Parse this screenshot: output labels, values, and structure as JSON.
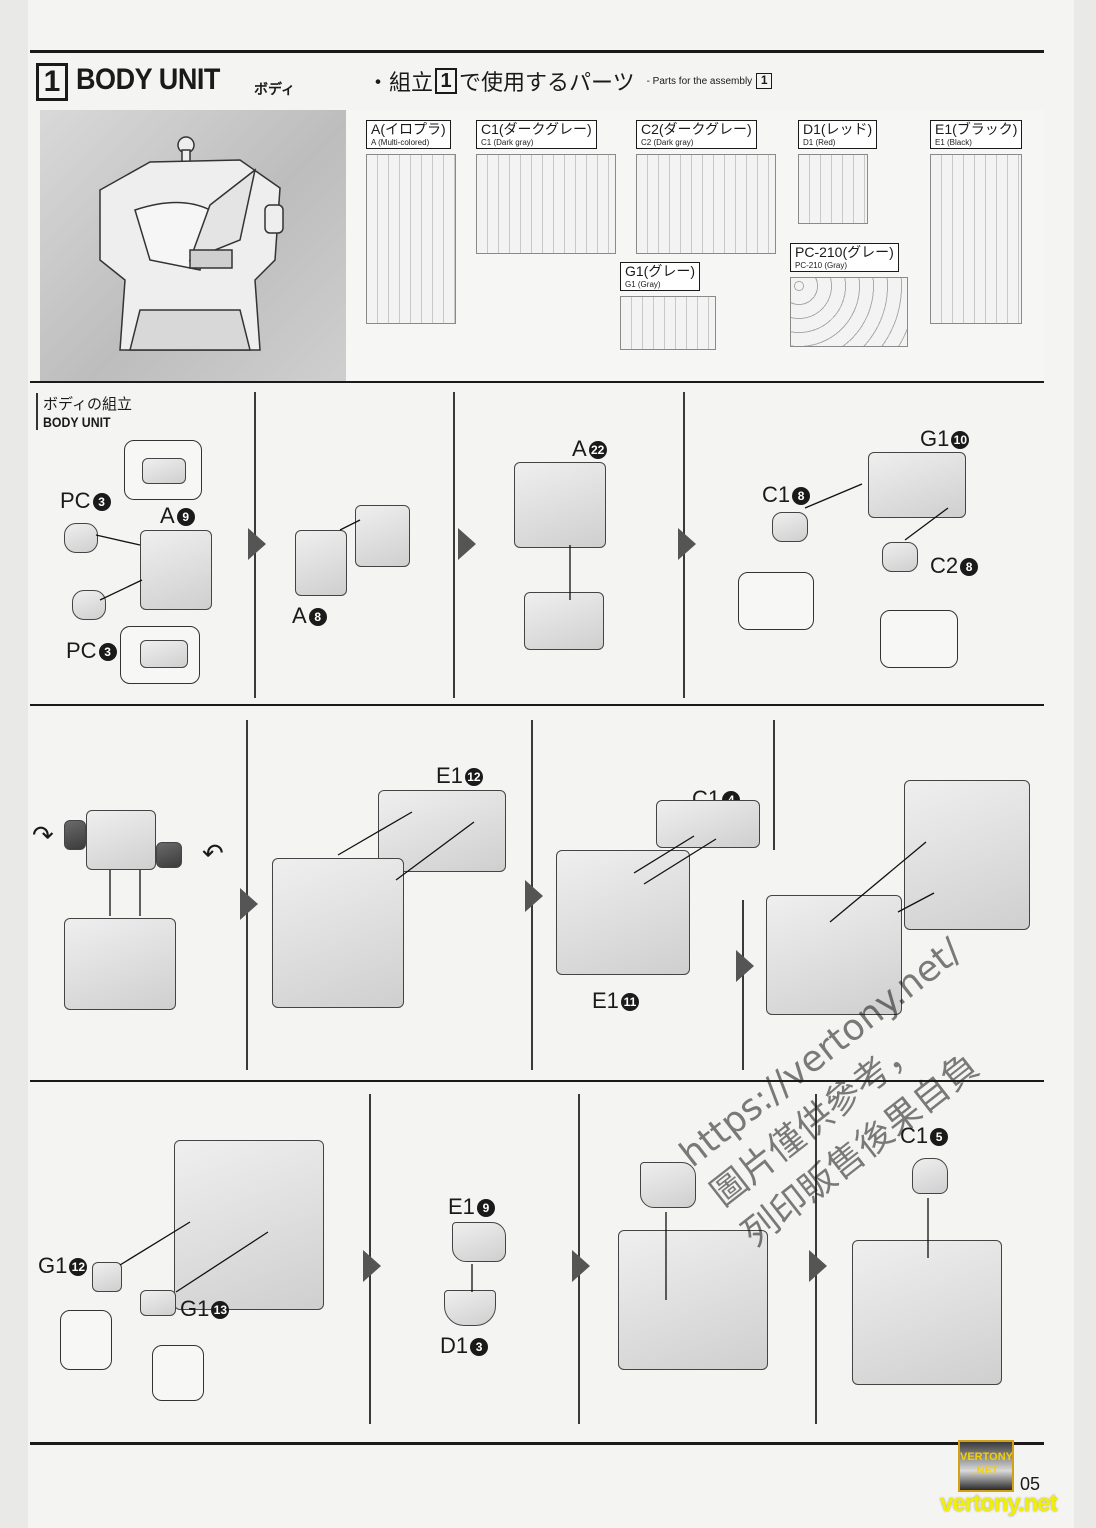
{
  "header": {
    "step_number": "1",
    "title": "BODY UNIT",
    "title_jp": "ボディ",
    "parts_heading_prefix": "・組立",
    "parts_heading_num": "1",
    "parts_heading_suffix": "で使用するパーツ",
    "parts_heading_en": "- Parts for the assembly",
    "parts_heading_en_num": "1"
  },
  "runners": [
    {
      "jp": "A(イロプラ)",
      "en": "A (Multi-colored)"
    },
    {
      "jp": "C1(ダークグレー)",
      "en": "C1 (Dark gray)"
    },
    {
      "jp": "C2(ダークグレー)",
      "en": "C2 (Dark gray)"
    },
    {
      "jp": "D1(レッド)",
      "en": "D1 (Red)"
    },
    {
      "jp": "E1(ブラック)",
      "en": "E1 (Black)"
    },
    {
      "jp": "G1(グレー)",
      "en": "G1 (Gray)"
    },
    {
      "jp": "PC-210(グレー)",
      "en": "PC-210 (Gray)"
    }
  ],
  "section": {
    "jp": "ボディの組立",
    "en": "BODY UNIT"
  },
  "steps": {
    "row1": {
      "s1": {
        "pc_top": {
          "runner": "PC",
          "num": "3"
        },
        "a9": {
          "runner": "A",
          "num": "9"
        },
        "pc_bottom": {
          "runner": "PC",
          "num": "3"
        }
      },
      "s2": {
        "a8": {
          "runner": "A",
          "num": "8"
        }
      },
      "s3": {
        "a22": {
          "runner": "A",
          "num": "22"
        }
      },
      "s4": {
        "g10": {
          "runner": "G1",
          "num": "10"
        },
        "c1_8": {
          "runner": "C1",
          "num": "8"
        },
        "c2_8": {
          "runner": "C2",
          "num": "8"
        }
      }
    },
    "row2": {
      "s2": {
        "e12": {
          "runner": "E1",
          "num": "12"
        }
      },
      "s3": {
        "c4": {
          "runner": "C1",
          "num": "4"
        },
        "e11": {
          "runner": "E1",
          "num": "11"
        }
      }
    },
    "row3": {
      "s1": {
        "g12": {
          "runner": "G1",
          "num": "12"
        },
        "g13": {
          "runner": "G1",
          "num": "13"
        }
      },
      "s2": {
        "e9": {
          "runner": "E1",
          "num": "9"
        },
        "d3": {
          "runner": "D1",
          "num": "3"
        }
      },
      "s4": {
        "c5": {
          "runner": "C1",
          "num": "5"
        }
      }
    }
  },
  "footer": {
    "page_number": "05",
    "logo_line1": "VERTONY",
    "logo_line2": ".NET",
    "logo_url": "vertony.net"
  },
  "watermark": {
    "line1": "https://vertony.net/",
    "line2": "圖片僅供參考，",
    "line3": "列印販售後果自負"
  }
}
